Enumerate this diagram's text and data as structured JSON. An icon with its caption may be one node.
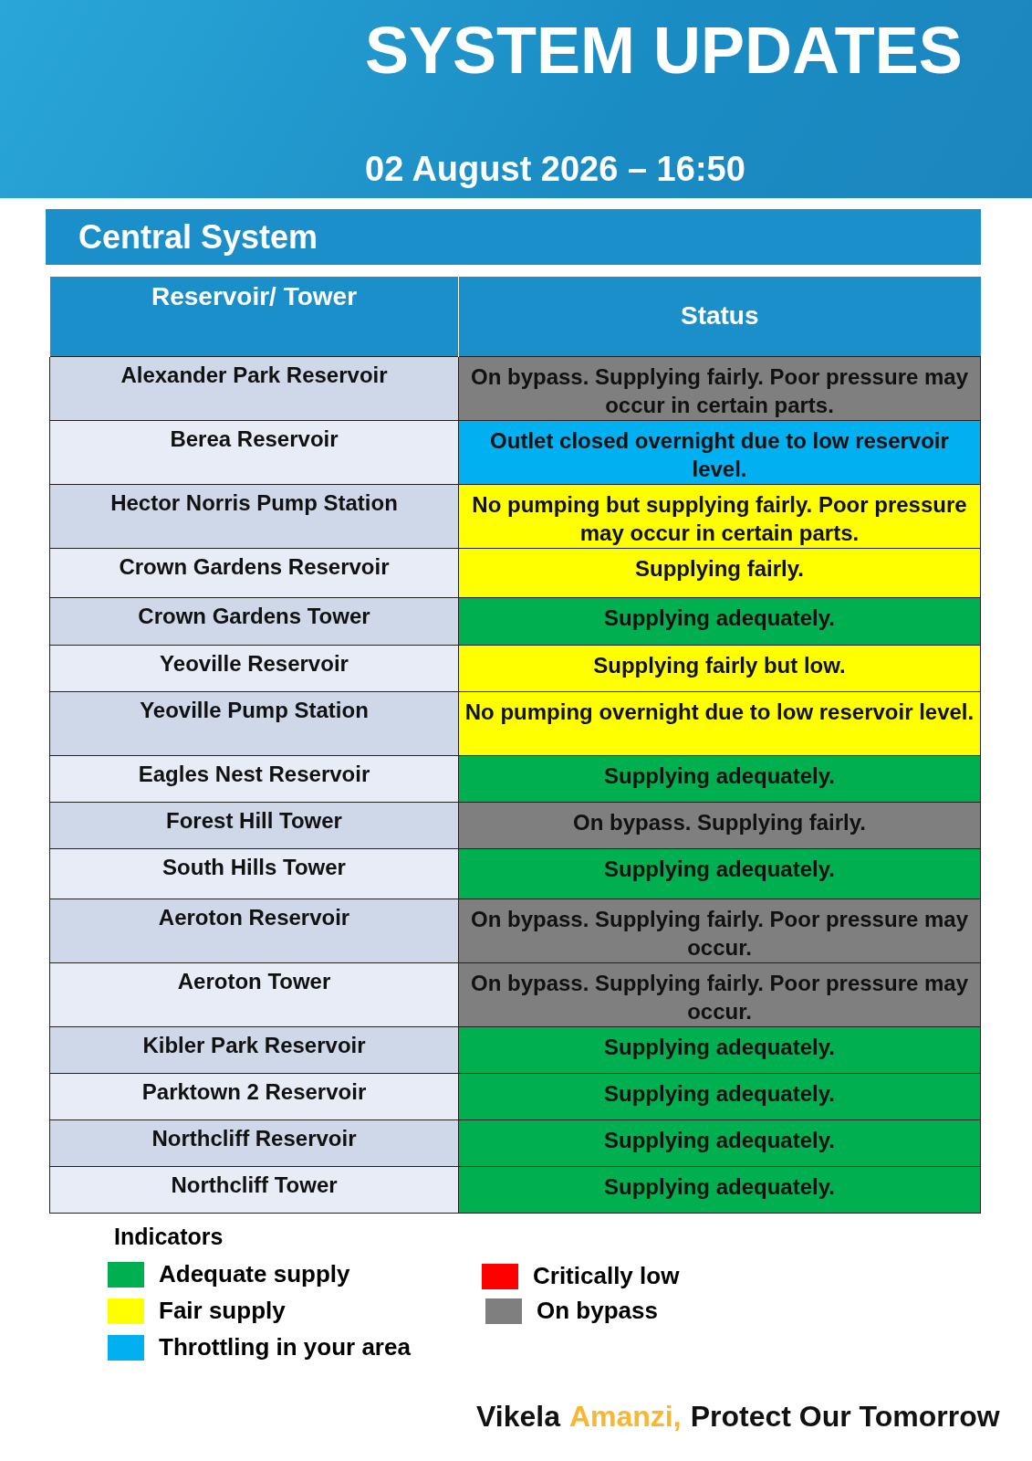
{
  "diagram": {
    "title": "SYSTEM UPDATES",
    "labels": [
      "02 August 2026 – 16:50",
      "Central System",
      "Reservoir/ Tower",
      "Status",
      "Alexander Park Reservoir",
      "On bypass. Supplying fairly. Poor pressure may occur in certain parts.",
      "Berea Reservoir",
      "Outlet closed overnight due to low reservoir level.",
      "Hector Norris Pump Station",
      "No pumping but supplying fairly. Poor pressure may occur in certain parts.",
      "Crown Gardens Reservoir",
      "Supplying fairly.",
      "Crown Gardens Tower",
      "Supplying adequately.",
      "Yeoville Reservoir",
      "Supplying fairly but low.",
      "Yeoville Pump Station",
      "No pumping overnight due to low reservoir level.",
      "Eagles Nest Reservoir",
      "Supplying adequately.",
      "Forest Hill Tower",
      "On bypass. Supplying fairly.",
      "South Hills Tower",
      "Supplying adequately.",
      "Aeroton Reservoir",
      "On bypass. Supplying fairly. Poor pressure may occur.",
      "Aeroton Tower",
      "On bypass. Supplying fairly. Poor pressure may occur.",
      "Kibler Park Reservoir",
      "Supplying adequately.",
      "Parktown 2 Reservoir",
      "Supplying adequately.",
      "Northcliff Reservoir",
      "Supplying adequately.",
      "Northcliff Tower",
      "Supplying adequately.",
      "Indicators",
      "Vikela",
      "Amanzi,",
      "Protect Our Tomorrow"
    ],
    "legend": [
      {
        "text": "Adequate supply",
        "color": "#00b050"
      },
      {
        "text": "Fair supply",
        "color": "#ffff00"
      },
      {
        "text": "Throttling in your area",
        "color": "#00b0f0"
      },
      {
        "text": "Critically low",
        "color": "#ff0000"
      },
      {
        "text": "On bypass",
        "color": "#7f7f7f"
      }
    ]
  }
}
